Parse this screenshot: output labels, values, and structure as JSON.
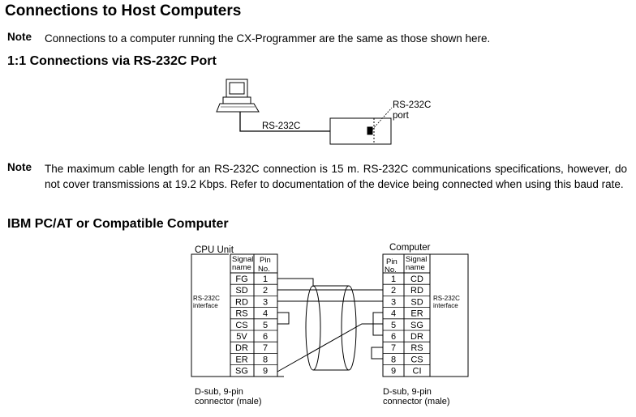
{
  "page": {
    "title": "Connections to Host Computers",
    "note1_label": "Note",
    "note1_text": "Connections to a computer running the CX-Programmer are the same as those shown here.",
    "section1_title": "1:1 Connections via RS-232C Port",
    "note2_label": "Note",
    "note2_text": "The maximum cable length for an RS-232C connection is 15 m. RS-232C communications specifications, however, do not cover transmissions at 19.2 Kbps. Refer to documentation of the device being connected when using this baud rate.",
    "section2_title": "IBM PC/AT or Compatible Computer"
  },
  "fig1": {
    "cable_label": "RS-232C",
    "port_label_line1": "RS-232C",
    "port_label_line2": "port"
  },
  "fig2": {
    "cpu_title": "CPU Unit",
    "computer_title": "Computer",
    "signal_header_line1": "Signal",
    "signal_header_line2": "name",
    "pin_header_line1": "Pin",
    "pin_header_line2": "No.",
    "interface_line1": "RS-232C",
    "interface_line2": "interface",
    "cpu_rows": [
      {
        "signal": "FG",
        "pin": "1"
      },
      {
        "signal": "SD",
        "pin": "2"
      },
      {
        "signal": "RD",
        "pin": "3"
      },
      {
        "signal": "RS",
        "pin": "4"
      },
      {
        "signal": "CS",
        "pin": "5"
      },
      {
        "signal": "5V",
        "pin": "6"
      },
      {
        "signal": "DR",
        "pin": "7"
      },
      {
        "signal": "ER",
        "pin": "8"
      },
      {
        "signal": "SG",
        "pin": "9"
      }
    ],
    "computer_rows": [
      {
        "pin": "1",
        "signal": "CD"
      },
      {
        "pin": "2",
        "signal": "RD"
      },
      {
        "pin": "3",
        "signal": "SD"
      },
      {
        "pin": "4",
        "signal": "ER"
      },
      {
        "pin": "5",
        "signal": "SG"
      },
      {
        "pin": "6",
        "signal": "DR"
      },
      {
        "pin": "7",
        "signal": "RS"
      },
      {
        "pin": "8",
        "signal": "CS"
      },
      {
        "pin": "9",
        "signal": "CI"
      }
    ],
    "connector_line1": "D-sub, 9-pin",
    "connector_line2": "connector (male)"
  }
}
